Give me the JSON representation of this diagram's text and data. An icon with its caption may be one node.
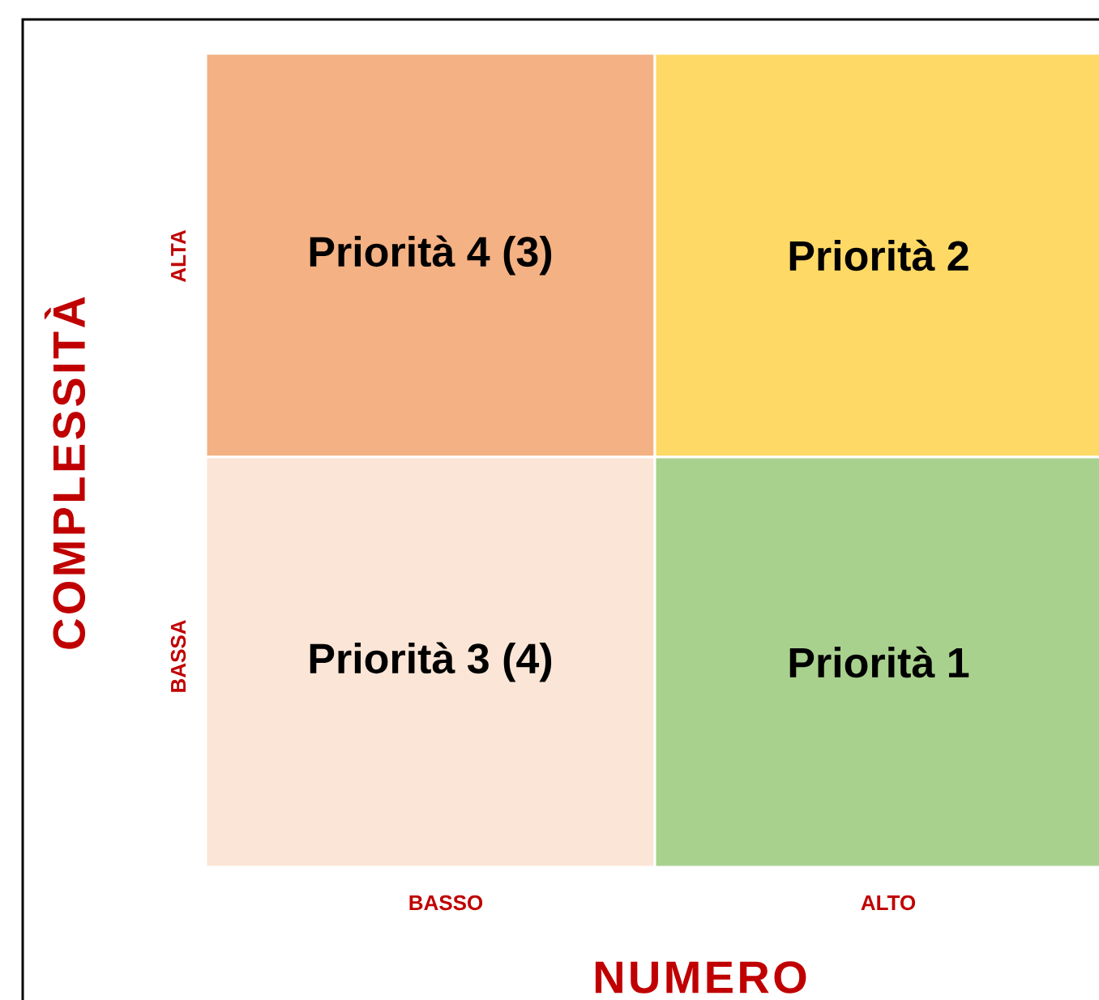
{
  "diagram": {
    "nodes": [
      {
        "text": [
          "Priorità 4 (3)"
        ]
      },
      {
        "text": [
          "Priorità 2"
        ]
      },
      {
        "text": [
          "Priorità 3 (4)"
        ]
      },
      {
        "text": [
          "Priorità 1"
        ]
      }
    ],
    "labels": [
      "COMPLESSITÀ",
      "ALTA",
      "BASSA",
      "BASSO",
      "ALTO",
      "NUMERO"
    ]
  }
}
